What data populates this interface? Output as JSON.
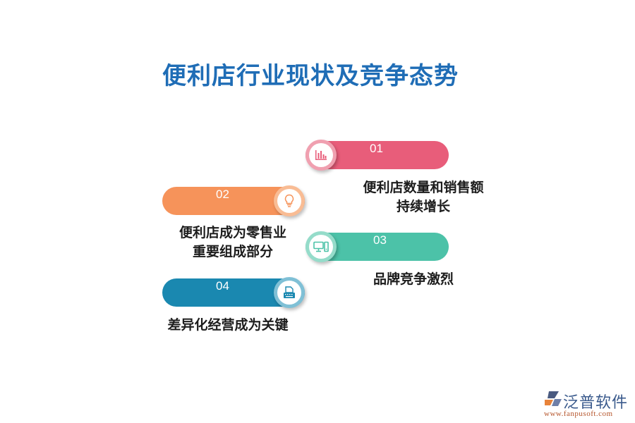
{
  "title": "便利店行业现状及竞争态势",
  "items": [
    {
      "number": "01",
      "label_line1": "便利店数量和销售额",
      "label_line2": "持续增长",
      "icon": "bar-chart-icon",
      "color": "#e85d7a"
    },
    {
      "number": "02",
      "label_line1": "便利店成为零售业",
      "label_line2": "重要组成部分",
      "icon": "lightbulb-icon",
      "color": "#f6935a"
    },
    {
      "number": "03",
      "label_line1": "品牌竞争激烈",
      "label_line2": "",
      "icon": "computer-icon",
      "color": "#4cc2a8"
    },
    {
      "number": "04",
      "label_line1": "差异化经营成为关键",
      "label_line2": "",
      "icon": "typewriter-icon",
      "color": "#1a88b0"
    }
  ],
  "logo": {
    "name": "泛普软件",
    "url": "www.fanpusoft.com"
  },
  "colors": {
    "title": "#1f6db6",
    "pink": "#e85d7a",
    "orange": "#f6935a",
    "teal": "#4cc2a8",
    "blue": "#1a88b0"
  }
}
